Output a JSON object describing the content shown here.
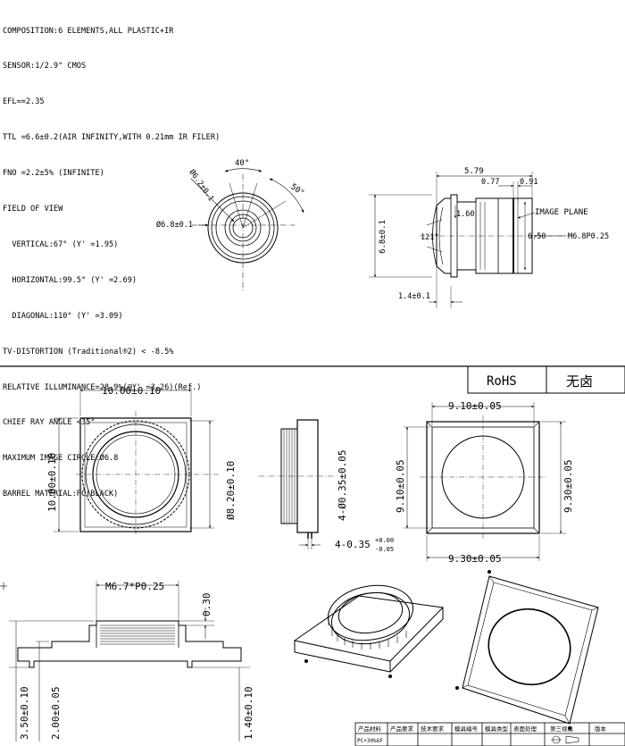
{
  "specs": {
    "lines": [
      "COMPOSITION:6 ELEMENTS,ALL PLASTIC+IR",
      "SENSOR:1/2.9\" CMOS",
      "EFL≈=2.35",
      "TTL =6.6±0.2(AIR INFINITY,WITH 0.21mm IR FILER)",
      "FNO =2.2±5% (INFINITE)",
      "FIELD OF VIEW",
      "  VERTICAL:67° (Y' =1.95)",
      "  HORIZONTAL:99.5° (Y' =2.69)",
      "  DIAGONAL:110° (Y' =3.09)",
      "TV-DISTORTION (Traditional®2) < -8.5%",
      "RELATIVE ILLUMINANCE=28.9%(@Y' =3.26)(Ref.)",
      "CHIEF RAY ANGLE <35°",
      "MAXIMUM IMAGE CIRCLE:Ø6.8",
      "BARREL MATERIAL:PC(BLACK)"
    ]
  },
  "lens_front": {
    "angle_top": "40°",
    "angle_right": "50°",
    "dia_inner": "Ø6.2±0.1",
    "dia_outer": "Ø6.8±0.1"
  },
  "lens_side": {
    "len_total": "5.79",
    "len_a": "0.77",
    "len_b": "0.91",
    "height": "6.8±0.1",
    "dim_160": "1.60",
    "angle": "121°",
    "image_plane": "IMAGE PLANE",
    "dim_650": "6.50",
    "thread": "M6.8P0.25",
    "bottom_len": "1.4±0.1"
  },
  "title_block": {
    "rohs": "RoHS",
    "halogen_free": "无卤"
  },
  "holder_front": {
    "width": "10.00±0.10",
    "height": "10.00±0.10",
    "bore": "Ø8.20±0.10"
  },
  "holder_side": {
    "hole_dia": "4-Ø0.35±0.05",
    "pin": "4-0.35",
    "pin_tol_upper": "+0.00",
    "pin_tol_lower": "-0.05"
  },
  "holder_back": {
    "inner_width": "9.10±0.05",
    "inner_height": "9.10±0.05",
    "outer_width": "9.30±0.05",
    "outer_height": "9.30±0.05"
  },
  "holder_section": {
    "thread": "M6.7*P0.25",
    "dim_030": "0.30",
    "dim_350": "3.50±0.10",
    "dim_200": "2.00±0.05",
    "dim_140": "1.40±0.10"
  },
  "footer": {
    "headers": [
      "产品材料",
      "产品要求",
      "技术要求",
      "模具编号",
      "模具类型",
      "表面处理",
      "第三视角",
      "版本"
    ],
    "material": "PC+30%GF"
  }
}
